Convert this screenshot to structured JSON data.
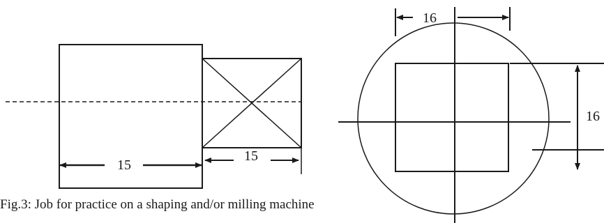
{
  "figure": {
    "caption": "Fig.3: Job for practice on a shaping and/or milling machine",
    "side_view": {
      "round_section_length": "15",
      "square_section_length": "15"
    },
    "end_view": {
      "square_width": "16",
      "square_height": "16"
    }
  },
  "colors": {
    "line": "#1a1a1a",
    "background": "#ffffff"
  }
}
